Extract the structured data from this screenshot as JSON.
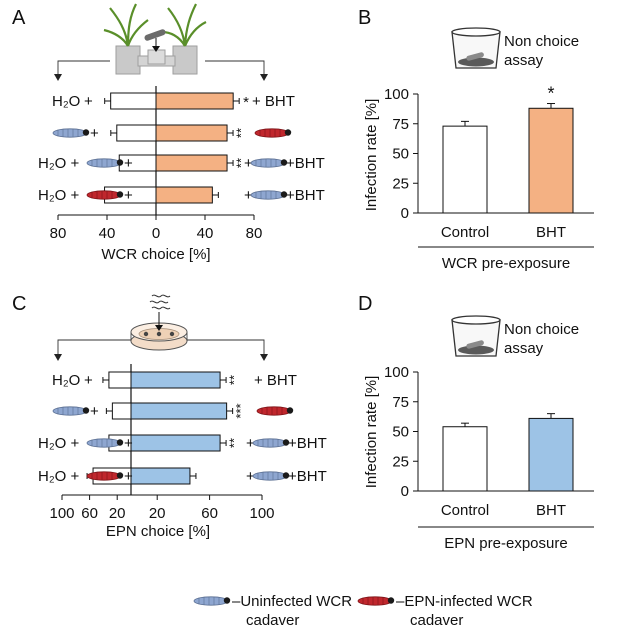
{
  "panels": {
    "A": {
      "letter": "A",
      "xlabel": "WCR choice [%]",
      "ticks": [
        "80",
        "40",
        "0",
        "40",
        "80"
      ]
    },
    "B": {
      "letter": "B",
      "ylabel": "Infection rate [%]",
      "assay": [
        "Non choice",
        "assay"
      ],
      "group_label": "WCR pre-exposure"
    },
    "C": {
      "letter": "C",
      "xlabel": "EPN choice [%]",
      "ticks": [
        "100",
        "60",
        "20",
        "20",
        "60",
        "100"
      ]
    },
    "D": {
      "letter": "D",
      "ylabel": "Infection rate [%]",
      "assay": [
        "Non choice",
        "assay"
      ],
      "group_label": "EPN pre-exposure"
    }
  },
  "legend": {
    "uninfected": [
      "–Uninfected WCR",
      "cadaver"
    ],
    "infected": [
      "–EPN-infected WCR",
      "cadaver"
    ]
  },
  "colors": {
    "bht_wcr": "#f4b183",
    "bht_epn": "#9dc3e6",
    "control": "#ffffff",
    "uninfected_cadaver": "#8ea6d0",
    "infected_cadaver": "#c0272d"
  },
  "chart_data": [
    {
      "panel": "A",
      "type": "bar",
      "orientation": "horizontal-diverging",
      "xlim": [
        -80,
        80
      ],
      "rows": [
        {
          "left": [
            "H₂O",
            "+"
          ],
          "left_icon": "none",
          "right": [
            "+ BHT"
          ],
          "right_icon": "none",
          "left_value": 37,
          "right_value": 63,
          "sig": "*"
        },
        {
          "left": [
            "+"
          ],
          "left_icon": "uninfected-cadaver",
          "right": [],
          "right_icon": "infected-cadaver",
          "left_value": 32,
          "right_value": 58,
          "sig": "**"
        },
        {
          "left": [
            "H₂O +",
            "+"
          ],
          "left_icon": "uninfected-cadaver",
          "right": [
            "+ BHT"
          ],
          "right_icon": "uninfected-cadaver",
          "left_value": 30,
          "right_value": 58,
          "sig": "**"
        },
        {
          "left": [
            "H₂O +",
            "+"
          ],
          "left_icon": "infected-cadaver",
          "right": [
            "+ BHT"
          ],
          "right_icon": "uninfected-cadaver",
          "left_value": 42,
          "right_value": 46,
          "sig": ""
        }
      ]
    },
    {
      "panel": "B",
      "type": "bar",
      "categories": [
        "Control",
        "BHT"
      ],
      "values": [
        73,
        88
      ],
      "errors": [
        4,
        4
      ],
      "sig": [
        "",
        "*"
      ],
      "ylim": [
        0,
        100
      ],
      "yticks": [
        0,
        25,
        50,
        75,
        100
      ]
    },
    {
      "panel": "C",
      "type": "bar",
      "orientation": "horizontal-diverging",
      "xlim": [
        -100,
        100
      ],
      "rows": [
        {
          "left": [
            "H₂O",
            "+"
          ],
          "left_icon": "none",
          "right": [
            "+ BHT"
          ],
          "right_icon": "none",
          "left_value": 32,
          "right_value": 68,
          "sig": "**"
        },
        {
          "left": [
            "+"
          ],
          "left_icon": "uninfected-cadaver",
          "right": [],
          "right_icon": "infected-cadaver",
          "left_value": 27,
          "right_value": 73,
          "sig": "***"
        },
        {
          "left": [
            "H₂O +",
            "+"
          ],
          "left_icon": "uninfected-cadaver",
          "right": [
            "+ BHT"
          ],
          "right_icon": "uninfected-cadaver",
          "left_value": 32,
          "right_value": 68,
          "sig": "**"
        },
        {
          "left": [
            "H₂O +",
            "+"
          ],
          "left_icon": "infected-cadaver",
          "right": [
            "+ BHT"
          ],
          "right_icon": "uninfected-cadaver",
          "left_value": 55,
          "right_value": 45,
          "sig": ""
        }
      ]
    },
    {
      "panel": "D",
      "type": "bar",
      "categories": [
        "Control",
        "BHT"
      ],
      "values": [
        54,
        61
      ],
      "errors": [
        3,
        4
      ],
      "sig": [
        "",
        ""
      ],
      "ylim": [
        0,
        100
      ],
      "yticks": [
        0,
        25,
        50,
        75,
        100
      ]
    }
  ]
}
